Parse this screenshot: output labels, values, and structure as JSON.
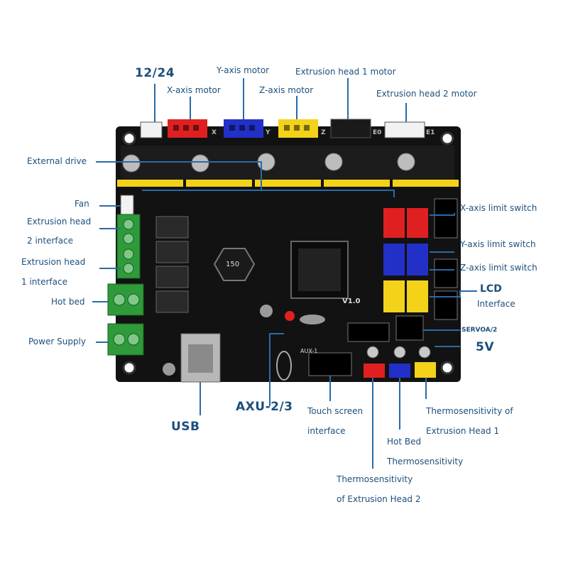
{
  "labels": {
    "v12_24": "12/24",
    "x_motor": "X-axis motor",
    "y_motor": "Y-axis motor",
    "z_motor": "Z-axis motor",
    "e1_motor": "Extrusion head 1 motor",
    "e2_motor": "Extrusion head 2 motor",
    "external_drive": "External drive",
    "fan": "Fan",
    "e2_interface_1": "Extrusion head",
    "e2_interface_2": "2 interface",
    "e1_interface_1": "Extrusion head",
    "e1_interface_2": "1 interface",
    "hot_bed": "Hot bed",
    "power_supply": "Power Supply",
    "usb": "USB",
    "axu": "AXU-2/3",
    "touch_1": "Touch screen",
    "touch_2": "interface",
    "therm_e2_1": "Thermosensitivity",
    "therm_e2_2": "of Extrusion Head 2",
    "hotbed_therm_1": "Hot Bed",
    "hotbed_therm_2": "Thermosensitivity",
    "therm_e1_1": "Thermosensitivity of",
    "therm_e1_2": "Extrusion Head 1",
    "x_limit": "X-axis limit switch",
    "y_limit": "Y-axis limit switch",
    "z_limit": "Z-axis limit switch",
    "lcd_1": "LCD",
    "lcd_2": "Interface",
    "servo": "SERVOA/2",
    "v5": "5V"
  },
  "board": {
    "axis_marks": [
      "X",
      "Y",
      "Z",
      "E0",
      "E1"
    ],
    "version": "V1.0",
    "aux1": "AUX-1",
    "coil": "150"
  },
  "colors": {
    "label": "#1d4f7c",
    "line": "#2a6aa8",
    "pcb": "#111111",
    "red": "#e02020",
    "blue": "#2230c8",
    "yellow": "#f3d21a",
    "white": "#f0f0f0",
    "green": "#2e9a3a"
  }
}
